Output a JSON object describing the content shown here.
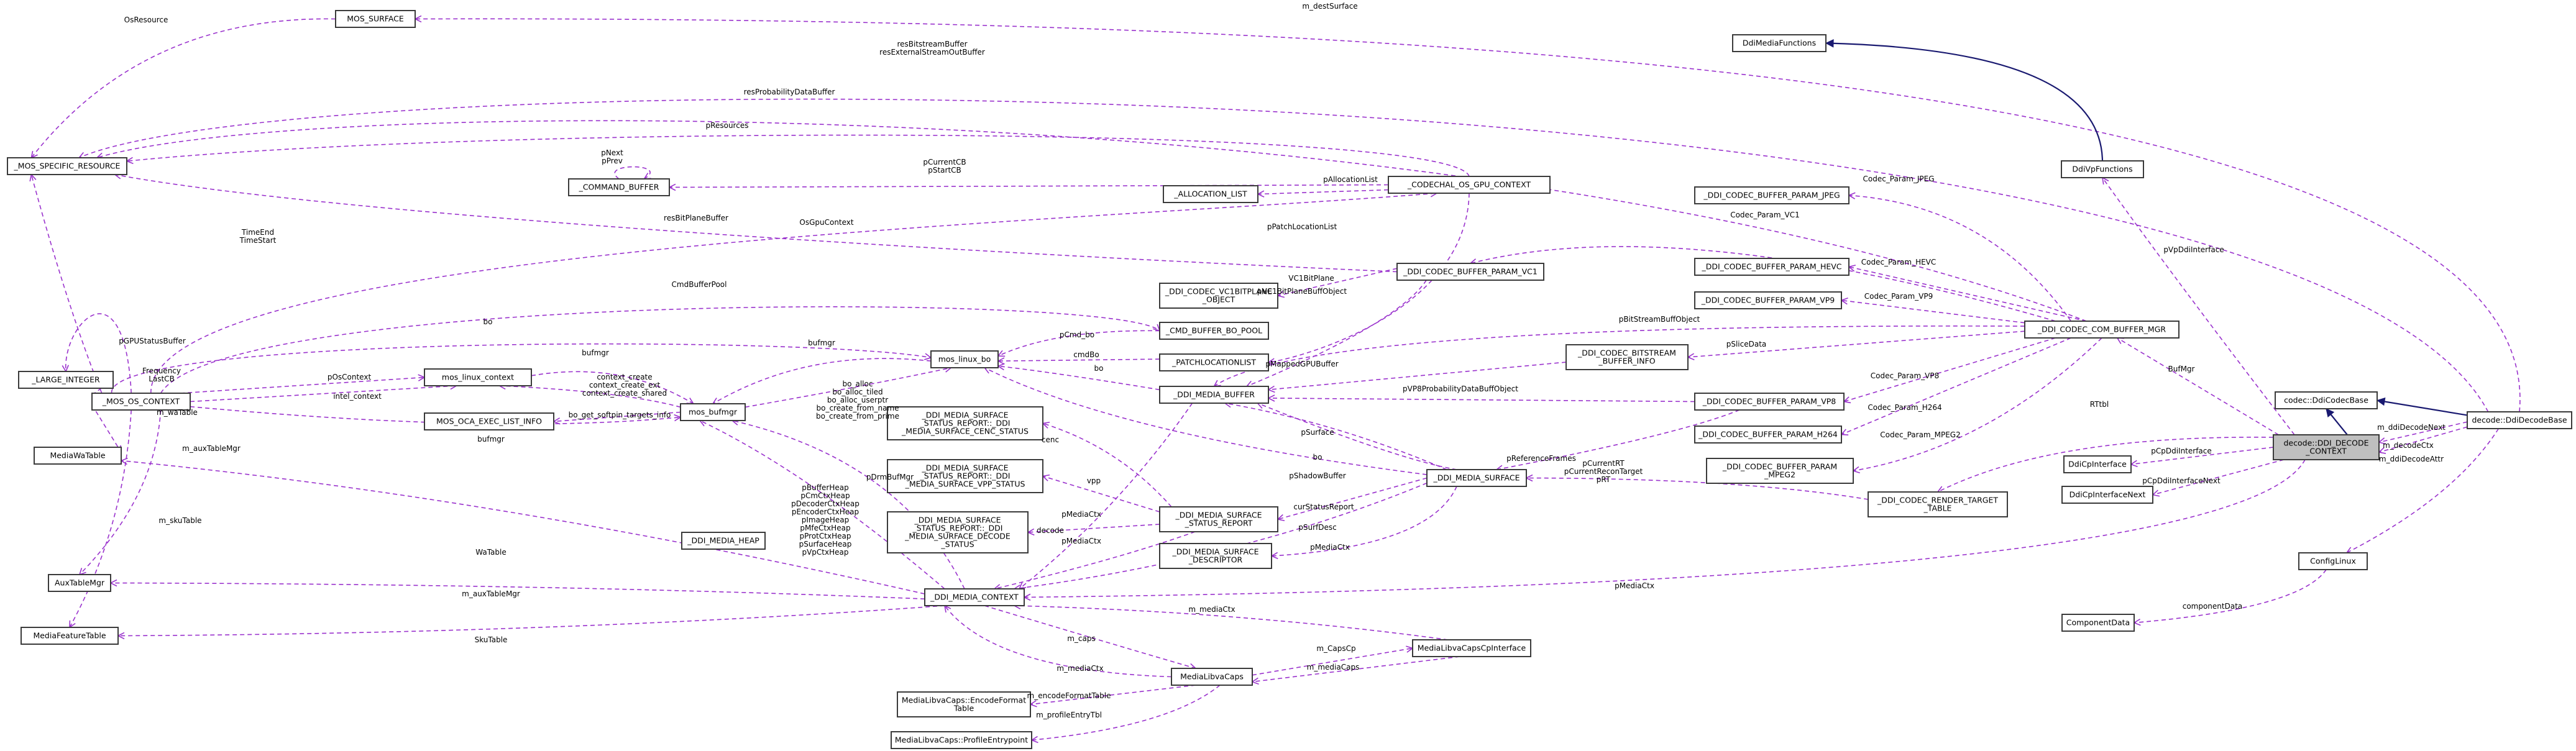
{
  "nodes": {
    "mos_surface": [
      "MOS_SURFACE"
    ],
    "mos_specific_resource": [
      "_MOS_SPECIFIC_RESOURCE"
    ],
    "command_buffer": [
      "_COMMAND_BUFFER"
    ],
    "large_integer": [
      "_LARGE_INTEGER"
    ],
    "mos_os_context": [
      "_MOS_OS_CONTEXT"
    ],
    "media_wa_table": [
      "MediaWaTable"
    ],
    "aux_table_mgr": [
      "AuxTableMgr"
    ],
    "media_feature_table": [
      "MediaFeatureTable"
    ],
    "mos_linux_context": [
      "mos_linux_context"
    ],
    "mos_oca_exec_list_info": [
      "MOS_OCA_EXEC_LIST_INFO"
    ],
    "mos_bufmgr": [
      "mos_bufmgr"
    ],
    "mos_linux_bo": [
      "mos_linux_bo"
    ],
    "allocation_list": [
      "_ALLOCATION_LIST"
    ],
    "codechal_os_gpu_context": [
      "_CODECHAL_OS_GPU_CONTEXT"
    ],
    "cmd_buffer_bo_pool": [
      "_CMD_BUFFER_BO_POOL"
    ],
    "vc1bitplane_object": [
      "_DDI_CODEC_VC1BITPLANE",
      "_OBJECT"
    ],
    "patchlocationlist": [
      "_PATCHLOCATIONLIST"
    ],
    "ddi_media_buffer": [
      "_DDI_MEDIA_BUFFER"
    ],
    "surface_status_report_cenc": [
      "_DDI_MEDIA_SURFACE",
      "_STATUS_REPORT::_DDI",
      "_MEDIA_SURFACE_CENC_STATUS"
    ],
    "surface_status_report_vpp": [
      "_DDI_MEDIA_SURFACE",
      "_STATUS_REPORT::_DDI",
      "_MEDIA_SURFACE_VPP_STATUS"
    ],
    "surface_status_report_decode": [
      "_DDI_MEDIA_SURFACE",
      "_STATUS_REPORT::_DDI",
      "_MEDIA_SURFACE_DECODE",
      "_STATUS"
    ],
    "surface_status_report": [
      "_DDI_MEDIA_SURFACE",
      "_STATUS_REPORT"
    ],
    "surface_descriptor": [
      "_DDI_MEDIA_SURFACE",
      "_DESCRIPTOR"
    ],
    "ddi_media_heap": [
      "_DDI_MEDIA_HEAP"
    ],
    "ddi_media_context": [
      "_DDI_MEDIA_CONTEXT"
    ],
    "ddi_media_surface": [
      "_DDI_MEDIA_SURFACE"
    ],
    "media_libva_caps": [
      "MediaLibvaCaps"
    ],
    "caps_encode_format_table": [
      "MediaLibvaCaps::EncodeFormat",
      "Table"
    ],
    "caps_profile_entrypoint": [
      "MediaLibvaCaps::ProfileEntrypoint"
    ],
    "media_libva_caps_cp_interface": [
      "MediaLibvaCapsCpInterface"
    ],
    "buffer_param_vc1": [
      "_DDI_CODEC_BUFFER_PARAM_VC1"
    ],
    "bitstream_buffer_info": [
      "_DDI_CODEC_BITSTREAM",
      "_BUFFER_INFO"
    ],
    "buffer_param_vp8": [
      "_DDI_CODEC_BUFFER_PARAM_VP8"
    ],
    "buffer_param_jpeg": [
      "_DDI_CODEC_BUFFER_PARAM_JPEG"
    ],
    "buffer_param_hevc": [
      "_DDI_CODEC_BUFFER_PARAM_HEVC"
    ],
    "buffer_param_vp9": [
      "_DDI_CODEC_BUFFER_PARAM_VP9"
    ],
    "buffer_param_h264": [
      "_DDI_CODEC_BUFFER_PARAM_H264"
    ],
    "buffer_param_mpeg2": [
      "_DDI_CODEC_BUFFER_PARAM",
      "_MPEG2"
    ],
    "render_target_table": [
      "_DDI_CODEC_RENDER_TARGET",
      "_TABLE"
    ],
    "com_buffer_mgr": [
      "_DDI_CODEC_COM_BUFFER_MGR"
    ],
    "ddi_media_functions": [
      "DdiMediaFunctions"
    ],
    "ddi_vp_functions": [
      "DdiVpFunctions"
    ],
    "ddi_codec_base": [
      "codec::DdiCodecBase"
    ],
    "ddi_decode_context": [
      "decode::DDI_DECODE",
      "_CONTEXT"
    ],
    "ddi_decode_base": [
      "decode::DdiDecodeBase"
    ],
    "ddi_cp_interface": [
      "DdiCpInterface"
    ],
    "ddi_cp_interface_next": [
      "DdiCpInterfaceNext"
    ],
    "config_linux": [
      "ConfigLinux"
    ],
    "component_data": [
      "ComponentData"
    ]
  },
  "edge_labels": {
    "m_destSurface": [
      "m_destSurface"
    ],
    "OsResource": [
      "OsResource"
    ],
    "resBitstreamBuffer": [
      "resBitstreamBuffer",
      "resExternalStreamOutBuffer"
    ],
    "resProbabilityDataBuffer": [
      "resProbabilityDataBuffer"
    ],
    "pResources": [
      "pResources"
    ],
    "pNext_pPrev": [
      "pNext",
      "pPrev"
    ],
    "pCurrentCB": [
      "pCurrentCB",
      "pStartCB"
    ],
    "pAllocationList": [
      "pAllocationList"
    ],
    "resBitPlaneBuffer": [
      "resBitPlaneBuffer"
    ],
    "OsGpuContext": [
      "OsGpuContext"
    ],
    "TimeEnd": [
      "TimeEnd",
      "TimeStart"
    ],
    "pPatchLocationList": [
      "pPatchLocationList"
    ],
    "VC1BitPlane": [
      "VC1BitPlane"
    ],
    "pVC1BitPlaneBuffObject": [
      "pVC1BitPlaneBuffObject"
    ],
    "CmdBufferPool": [
      "CmdBufferPool"
    ],
    "bo_top": [
      "bo"
    ],
    "pGPUStatusBuffer": [
      "pGPUStatusBuffer"
    ],
    "pCmd_bo": [
      "pCmd_bo"
    ],
    "cmdBo": [
      "cmdBo"
    ],
    "bo_patch": [
      "bo"
    ],
    "bufmgr_bo": [
      "bufmgr"
    ],
    "bufmgr_ctx": [
      "bufmgr"
    ],
    "Frequency": [
      "Frequency",
      "LastCB"
    ],
    "pOsContext": [
      "pOsContext"
    ],
    "intel_context": [
      "intel_context"
    ],
    "context_create": [
      "context_create",
      "context_create_ext",
      "context_create_shared"
    ],
    "bo_alloc": [
      "bo_alloc",
      "bo_alloc_tiled",
      "bo_alloc_userptr",
      "bo_create_from_name",
      "bo_create_from_prime"
    ],
    "m_waTable": [
      "m_waTable"
    ],
    "m_auxTableMgr_os": [
      "m_auxTableMgr"
    ],
    "bo_get_softpin": [
      "bo_get_softpin_targets_info"
    ],
    "bufmgr_os": [
      "bufmgr"
    ],
    "m_skuTable": [
      "m_skuTable"
    ],
    "pBufferHeap": [
      "pBufferHeap",
      "pCmCtxHeap",
      "pDecoderCtxHeap",
      "pEncoderCtxHeap",
      "pImageHeap",
      "pMfeCtxHeap",
      "pProtCtxHeap",
      "pSurfaceHeap",
      "pVpCtxHeap"
    ],
    "pDrmBufMgr": [
      "pDrmBufMgr"
    ],
    "WaTable": [
      "WaTable"
    ],
    "m_auxTableMgr_ctx": [
      "m_auxTableMgr"
    ],
    "SkuTable": [
      "SkuTable"
    ],
    "cenc": [
      "cenc"
    ],
    "vpp": [
      "vpp"
    ],
    "decode": [
      "decode"
    ],
    "pMediaCtx_status": [
      "pMediaCtx"
    ],
    "pMediaCtx_surface": [
      "pMediaCtx"
    ],
    "pMediaCtx_buffer": [
      "pMediaCtx"
    ],
    "bo_surface": [
      "bo"
    ],
    "curStatusReport": [
      "curStatusReport"
    ],
    "pSurfDesc": [
      "pSurfDesc"
    ],
    "pShadowBuffer": [
      "pShadowBuffer"
    ],
    "pSurface": [
      "pSurface"
    ],
    "pReferenceFrames": [
      "pReferenceFrames"
    ],
    "pCurrentRT": [
      "pCurrentRT",
      "pCurrentReconTarget",
      "pRT"
    ],
    "pMappedGPUBuffer": [
      "pMappedGPUBuffer"
    ],
    "pVP8ProbabilityDataBuffObject": [
      "pVP8ProbabilityDataBuffObject"
    ],
    "pBitStreamBuffObject": [
      "pBitStreamBuffObject"
    ],
    "pSliceData": [
      "pSliceData"
    ],
    "Codec_Param_JPEG": [
      "Codec_Param_JPEG"
    ],
    "Codec_Param_VC1": [
      "Codec_Param_VC1"
    ],
    "Codec_Param_HEVC": [
      "Codec_Param_HEVC"
    ],
    "Codec_Param_VP9": [
      "Codec_Param_VP9"
    ],
    "Codec_Param_VP8": [
      "Codec_Param_VP8"
    ],
    "Codec_Param_H264": [
      "Codec_Param_H264"
    ],
    "Codec_Param_MPEG2": [
      "Codec_Param_MPEG2"
    ],
    "pVpDdiInterface": [
      "pVpDdiInterface"
    ],
    "BufMgr": [
      "BufMgr"
    ],
    "RTtbl": [
      "RTtbl"
    ],
    "pCpDdiInterface": [
      "pCpDdiInterface"
    ],
    "pCpDdiInterfaceNext": [
      "pCpDdiInterfaceNext"
    ],
    "m_ddiDecodeNext": [
      "m_ddiDecodeNext"
    ],
    "m_decodeCtx": [
      "m_decodeCtx"
    ],
    "m_ddiDecodeAttr": [
      "m_ddiDecodeAttr"
    ],
    "componentData": [
      "componentData"
    ],
    "pMediaCtx_decode": [
      "pMediaCtx"
    ],
    "m_mediaCtx_cp": [
      "m_mediaCtx"
    ],
    "m_caps": [
      "m_caps"
    ],
    "m_mediaCtx_caps": [
      "m_mediaCtx"
    ],
    "m_CapsCp": [
      "m_CapsCp"
    ],
    "m_mediaCaps": [
      "m_mediaCaps"
    ],
    "m_encodeFormatTable": [
      "m_encodeFormatTable"
    ],
    "m_profileEntryTbl": [
      "m_profileEntryTbl"
    ]
  },
  "colors": {
    "usage_edge": "#9a32cd",
    "inheritance_edge": "#191970",
    "highlighted_node": "#bfbfbf",
    "node_border": "#3a3a3a"
  }
}
